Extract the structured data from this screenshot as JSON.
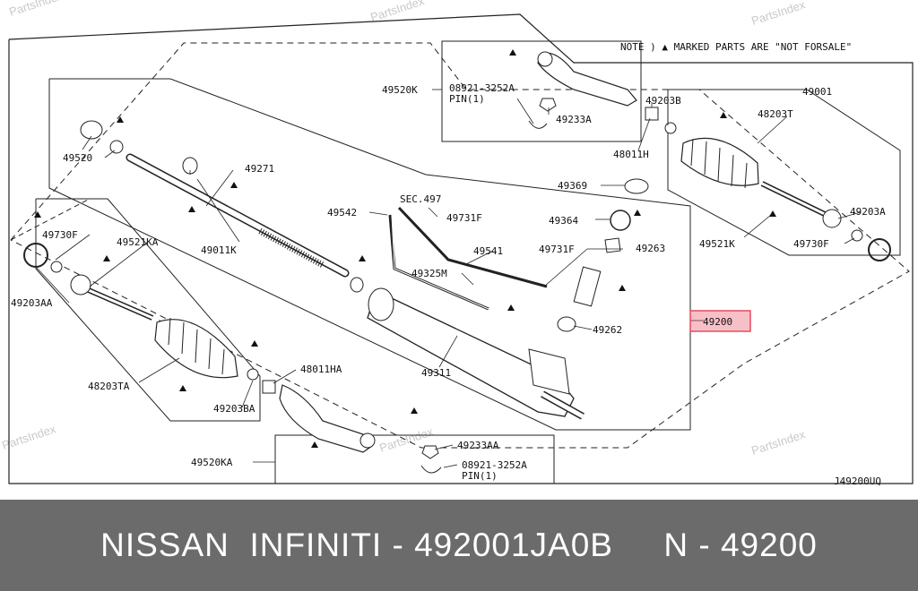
{
  "watermark": "PartsIndex",
  "note": "NOTE ) ▲ MARKED PARTS ARE \"NOT FORSALE\"",
  "diagram_code": "J49200UQ",
  "highlight_label": "49200",
  "highlight_color": "#e84a5f",
  "labels": {
    "p49520k": "49520K",
    "p08921a": "08921-3252A",
    "pin1a": "PIN(1)",
    "p49233a": "49233A",
    "p49203b": "49203B",
    "p49001": "49001",
    "p48203t": "48203T",
    "p48011h": "48011H",
    "p49520": "49520",
    "p49271": "49271",
    "p49369": "49369",
    "p49542": "49542",
    "sec497": "SEC.497",
    "p49731f_a": "49731F",
    "p49364": "49364",
    "p49203a": "49203A",
    "p49730f_top": "49730F",
    "p49521ka": "49521KA",
    "p49011k": "49011K",
    "p49541": "49541",
    "p49731f_b": "49731F",
    "p49263": "49263",
    "p49521k": "49521K",
    "p49730f_b": "49730F",
    "p49325m": "49325M",
    "p49203aa": "49203AA",
    "p49262": "49262",
    "p49311": "49311",
    "p48203ta": "48203TA",
    "p48011ha": "48011HA",
    "p49203ba": "49203BA",
    "p49233aa": "49233AA",
    "p08921b": "08921-3252A",
    "pin1b": "PIN(1)",
    "p49520ka": "49520KA"
  },
  "footer": "NISSAN  INFINITI - 492001JA0B     N - 49200"
}
